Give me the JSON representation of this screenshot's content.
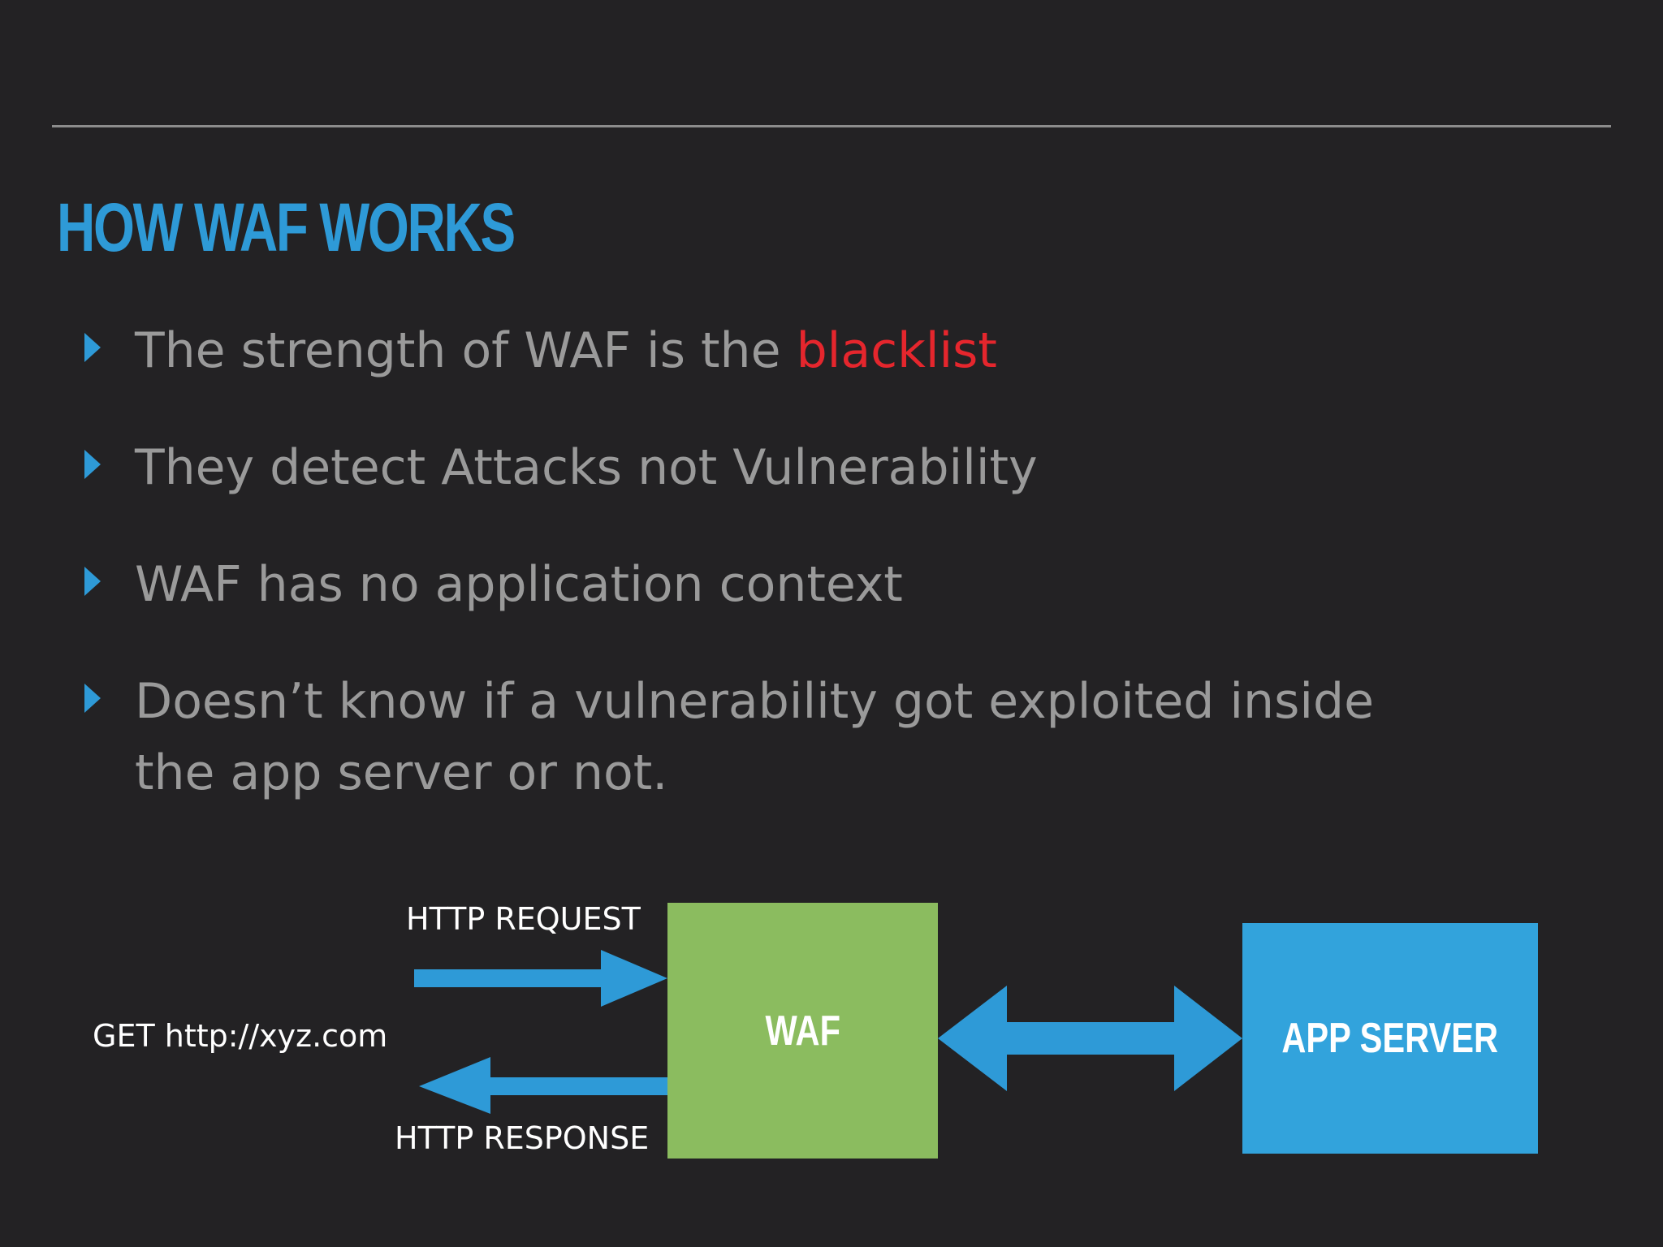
{
  "slide": {
    "title": "HOW WAF WORKS",
    "bullets": [
      {
        "text": "The strength of WAF is the ",
        "highlight": "blacklist"
      },
      {
        "text": "They detect Attacks not Vulnerability"
      },
      {
        "text": "WAF has no application context"
      },
      {
        "line1": "Doesn’t know if a vulnerability got exploited inside",
        "line2": "the app server or not."
      }
    ]
  },
  "diagram": {
    "request_label": "HTTP REQUEST",
    "response_label": "HTTP RESPONSE",
    "client_label": "GET http://xyz.com",
    "waf_label": "WAF",
    "app_server_label": "APP SERVER"
  },
  "colors": {
    "background": "#232224",
    "accent": "#2e9ad7",
    "highlight": "#e5262d",
    "waf_box": "#8bbc5f",
    "app_box": "#32a3dc",
    "bullet_text": "#9a9a9a"
  }
}
